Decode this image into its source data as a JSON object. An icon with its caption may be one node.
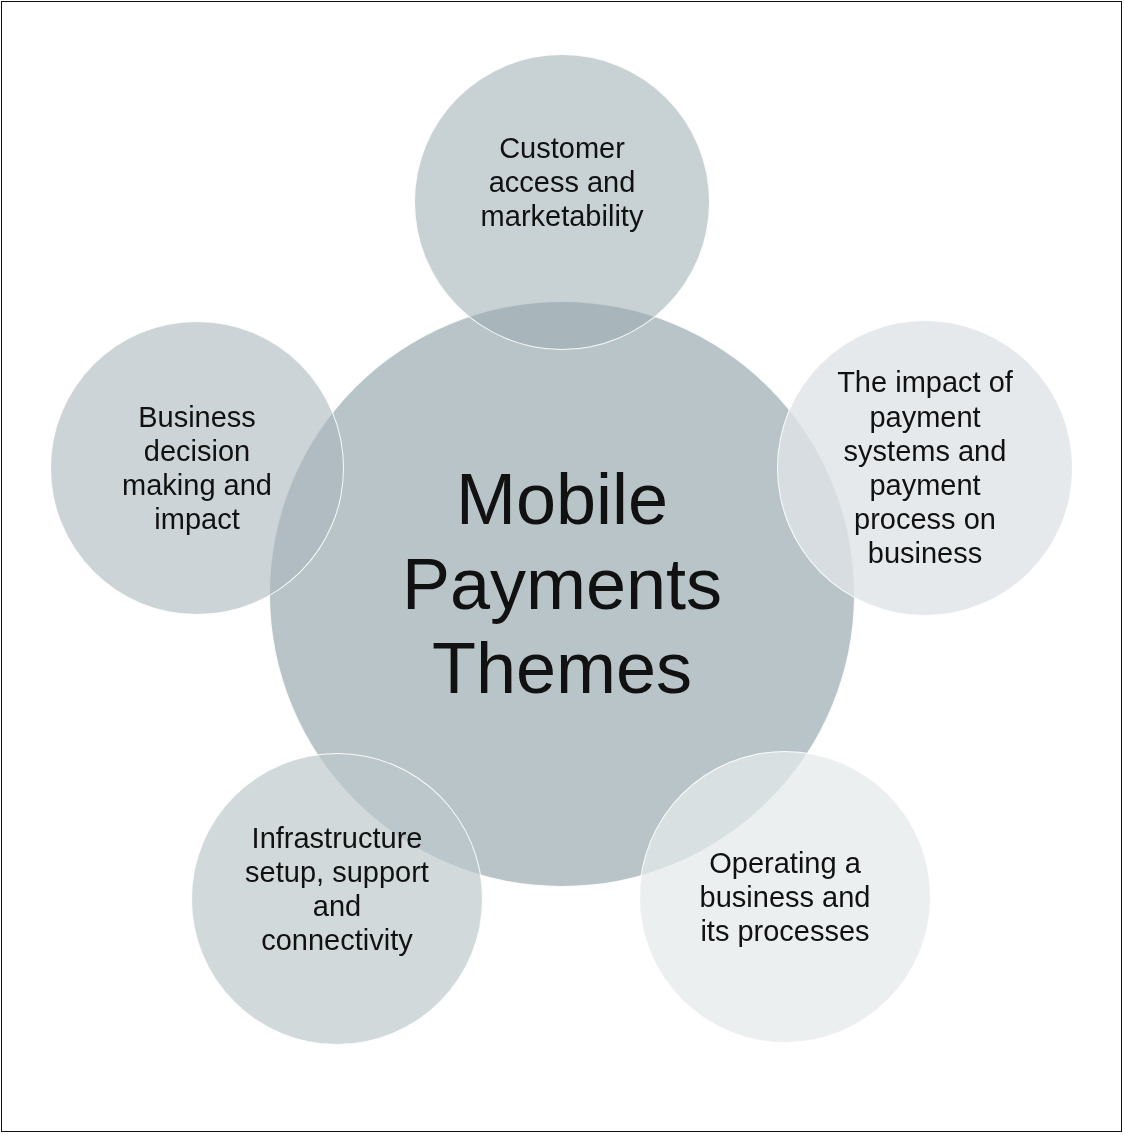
{
  "diagram": {
    "nodes": [
      {
        "text": [
          "Mobile Payments Themes"
        ]
      },
      {
        "text": [
          "Customer access and marketability"
        ]
      },
      {
        "text": [
          "The impact of payment systems and payment process on business"
        ]
      },
      {
        "text": [
          "Operating a business and its processes"
        ]
      },
      {
        "text": [
          "Infrastructure setup, support and connectivity"
        ]
      },
      {
        "text": [
          "Business decision making and impact"
        ]
      }
    ]
  }
}
